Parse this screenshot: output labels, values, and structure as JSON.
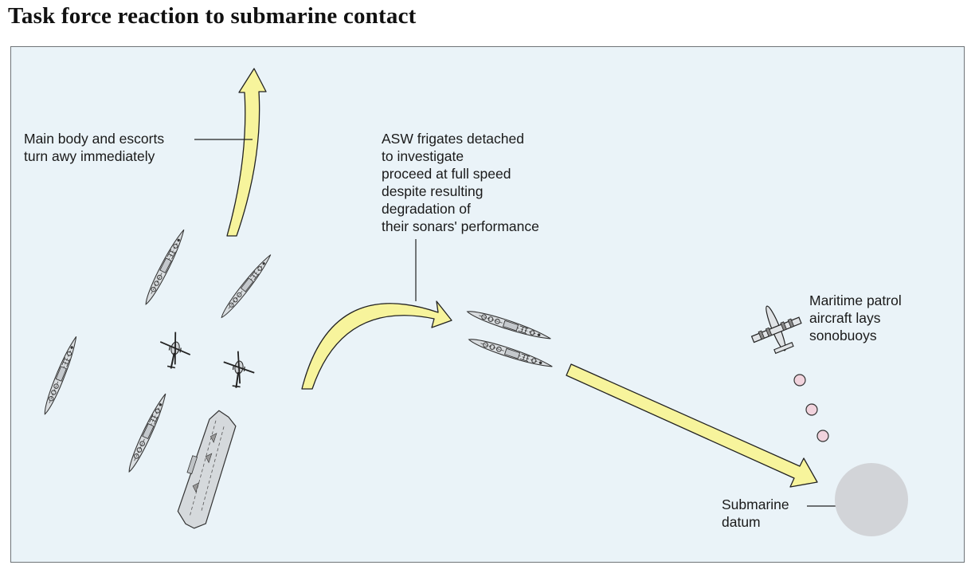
{
  "title": "Task force reaction to submarine contact",
  "labels": {
    "main_body": "Main body and escorts\nturn awy immediately",
    "asw": "ASW frigates detached\nto investigate\nproceed at full speed\ndespite resulting\ndegradation of\ntheir sonars' performance",
    "maritime": "Maritime patrol\naircraft lays\nsonobuoys",
    "datum": "Submarine\ndatum"
  },
  "colors": {
    "panel_background": "#eaf3f8",
    "arrow_fill": "#f7f49c",
    "arrow_stroke": "#222222",
    "ship_fill": "#d9dde0",
    "sonobuoy_fill": "#f1d3dd",
    "datum_fill": "#d2d4d8"
  },
  "icons": {
    "ships": "warship-icon",
    "carrier": "aircraft-carrier-icon",
    "helicopter": "helicopter-icon",
    "aircraft": "patrol-aircraft-icon",
    "sonobuoy": "sonobuoy-icon",
    "datum": "submarine-datum-icon"
  }
}
